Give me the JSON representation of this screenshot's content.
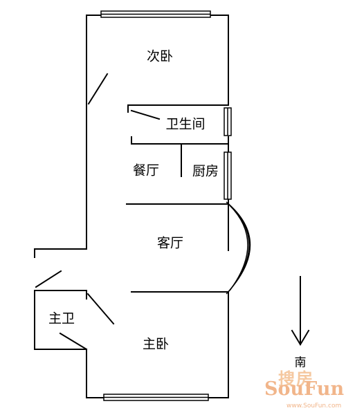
{
  "colors": {
    "wall": "#000000",
    "background": "#ffffff",
    "watermark": "#f1b58a"
  },
  "rooms": [
    {
      "id": "second-bedroom",
      "label": "次卧"
    },
    {
      "id": "bathroom",
      "label": "卫生间"
    },
    {
      "id": "dining-room",
      "label": "餐厅"
    },
    {
      "id": "kitchen",
      "label": "厨房"
    },
    {
      "id": "living-room",
      "label": "客厅"
    },
    {
      "id": "master-bath",
      "label": "主卫"
    },
    {
      "id": "master-bedroom",
      "label": "主卧"
    }
  ],
  "compass": {
    "label": "南",
    "icon": "arrow-down-icon"
  },
  "watermark": {
    "chinese": "搜房",
    "english": "SouFun",
    "url": "www.SouFun.com"
  }
}
